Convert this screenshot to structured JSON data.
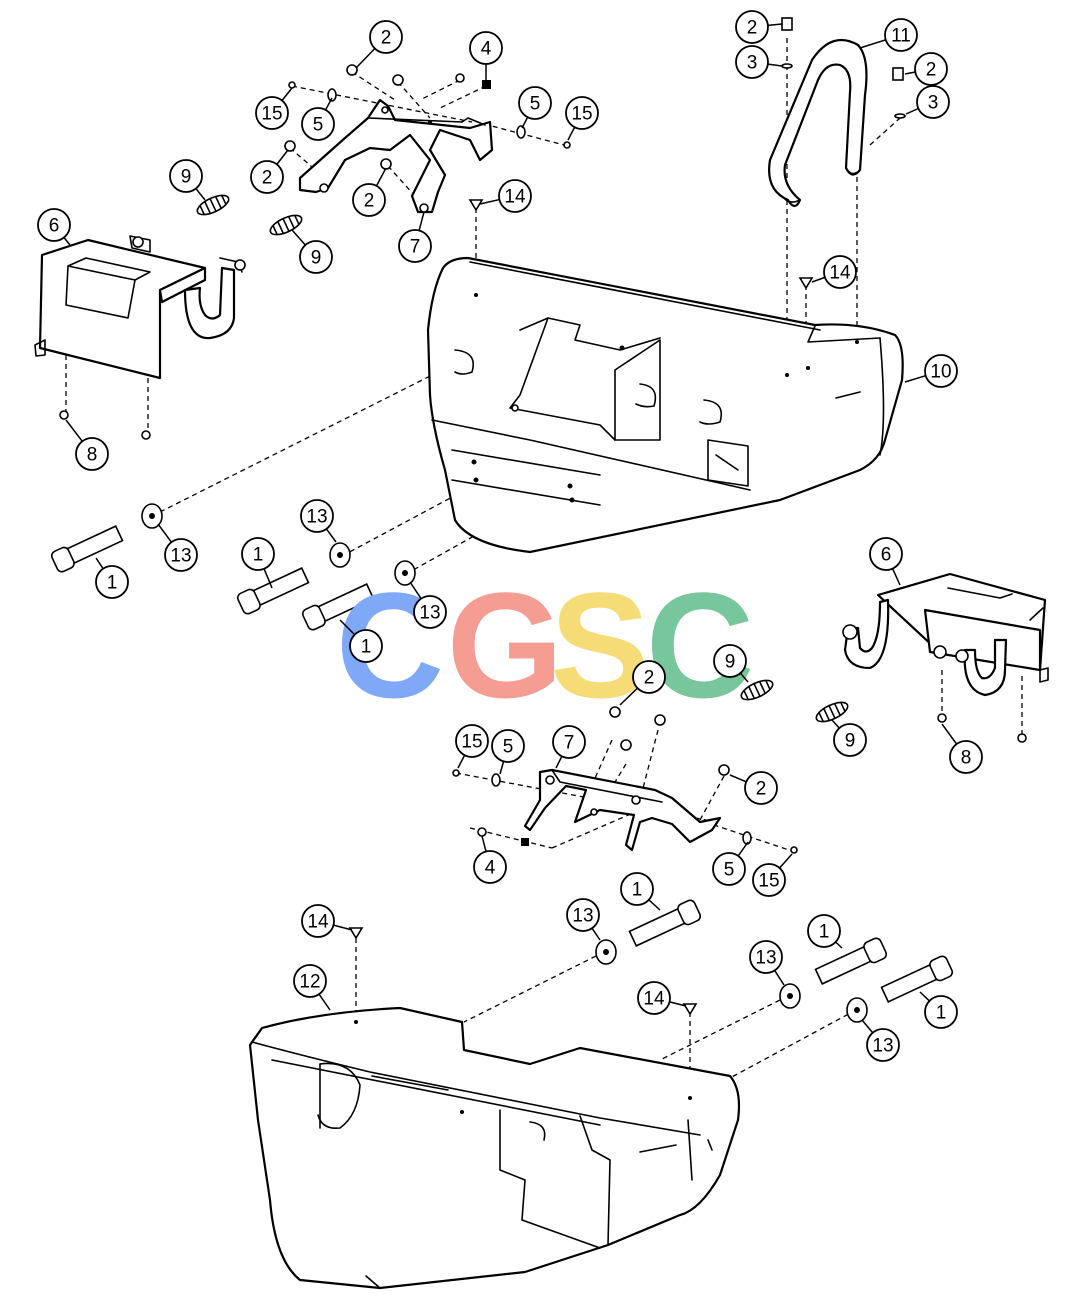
{
  "watermark": {
    "letters": [
      {
        "char": "C",
        "color": "#7fa9f7"
      },
      {
        "char": "G",
        "color": "#f59c93"
      },
      {
        "char": "S",
        "color": "#f6dc77"
      },
      {
        "char": "C",
        "color": "#77c69c"
      }
    ]
  },
  "callouts": [
    {
      "id": "c-2a",
      "label": "2"
    },
    {
      "id": "c-4a",
      "label": "4"
    },
    {
      "id": "c-15a",
      "label": "15"
    },
    {
      "id": "c-5a",
      "label": "5"
    },
    {
      "id": "c-5b",
      "label": "5"
    },
    {
      "id": "c-15b",
      "label": "15"
    },
    {
      "id": "c-9a",
      "label": "9"
    },
    {
      "id": "c-2b",
      "label": "2"
    },
    {
      "id": "c-2c",
      "label": "2"
    },
    {
      "id": "c-9b",
      "label": "9"
    },
    {
      "id": "c-7a",
      "label": "7"
    },
    {
      "id": "c-6a",
      "label": "6"
    },
    {
      "id": "c-8a",
      "label": "8"
    },
    {
      "id": "c-14a",
      "label": "14"
    },
    {
      "id": "c-2d",
      "label": "2"
    },
    {
      "id": "c-3a",
      "label": "3"
    },
    {
      "id": "c-11",
      "label": "11"
    },
    {
      "id": "c-2e",
      "label": "2"
    },
    {
      "id": "c-3b",
      "label": "3"
    },
    {
      "id": "c-14b",
      "label": "14"
    },
    {
      "id": "c-10",
      "label": "10"
    },
    {
      "id": "c-1a",
      "label": "1"
    },
    {
      "id": "c-13a",
      "label": "13"
    },
    {
      "id": "c-13b",
      "label": "13"
    },
    {
      "id": "c-1b",
      "label": "1"
    },
    {
      "id": "c-13c",
      "label": "13"
    },
    {
      "id": "c-1c",
      "label": "1"
    },
    {
      "id": "c-6b",
      "label": "6"
    },
    {
      "id": "c-9c",
      "label": "9"
    },
    {
      "id": "c-9d",
      "label": "9"
    },
    {
      "id": "c-8b",
      "label": "8"
    },
    {
      "id": "c-2f",
      "label": "2"
    },
    {
      "id": "c-15c",
      "label": "15"
    },
    {
      "id": "c-5c",
      "label": "5"
    },
    {
      "id": "c-7b",
      "label": "7"
    },
    {
      "id": "c-2g",
      "label": "2"
    },
    {
      "id": "c-4b",
      "label": "4"
    },
    {
      "id": "c-5d",
      "label": "5"
    },
    {
      "id": "c-15d",
      "label": "15"
    },
    {
      "id": "c-1d",
      "label": "1"
    },
    {
      "id": "c-13d",
      "label": "13"
    },
    {
      "id": "c-14c",
      "label": "14"
    },
    {
      "id": "c-1e",
      "label": "1"
    },
    {
      "id": "c-12",
      "label": "12"
    },
    {
      "id": "c-13e",
      "label": "13"
    },
    {
      "id": "c-14d",
      "label": "14"
    },
    {
      "id": "c-1f",
      "label": "1"
    },
    {
      "id": "c-13f",
      "label": "13"
    }
  ]
}
